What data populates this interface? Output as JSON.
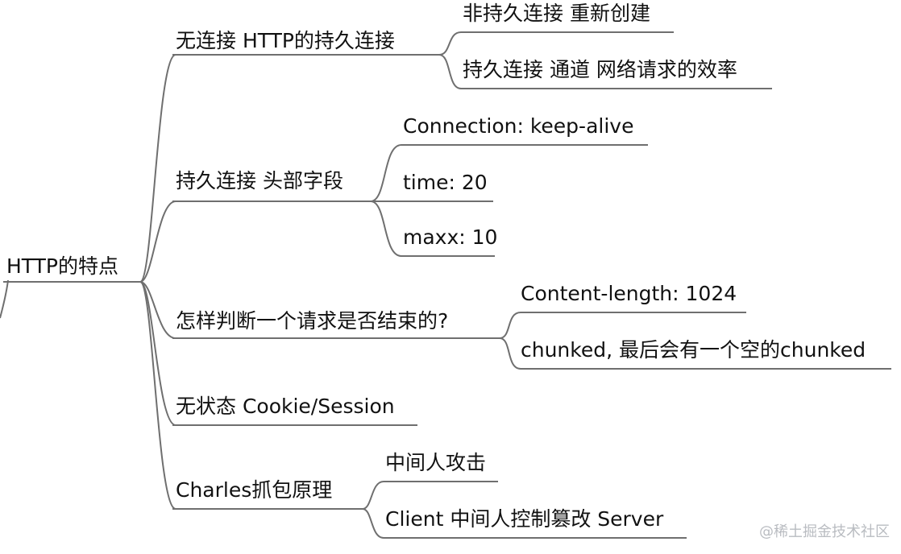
{
  "mindmap": {
    "root": {
      "label": "HTTP的特点"
    },
    "branches": [
      {
        "label": "无连接 HTTP的持久连接",
        "children": [
          {
            "label": "非持久连接 重新创建"
          },
          {
            "label": "持久连接 通道 网络请求的效率"
          }
        ]
      },
      {
        "label": "持久连接 头部字段",
        "children": [
          {
            "label": "Connection: keep-alive"
          },
          {
            "label": "time: 20"
          },
          {
            "label": "maxx: 10"
          }
        ]
      },
      {
        "label": "怎样判断一个请求是否结束的?",
        "children": [
          {
            "label": "Content-length: 1024"
          },
          {
            "label": "chunked, 最后会有一个空的chunked"
          }
        ]
      },
      {
        "label": "无状态 Cookie/Session",
        "children": []
      },
      {
        "label": "Charles抓包原理",
        "children": [
          {
            "label": "中间人攻击"
          },
          {
            "label": "Client 中间人控制篡改 Server"
          }
        ]
      }
    ]
  },
  "watermark": {
    "text": "@稀土掘金技术社区"
  },
  "colors": {
    "line": "#6f6f6f",
    "text": "#111111",
    "watermark": "#b9bcc1",
    "background": "#ffffff"
  }
}
